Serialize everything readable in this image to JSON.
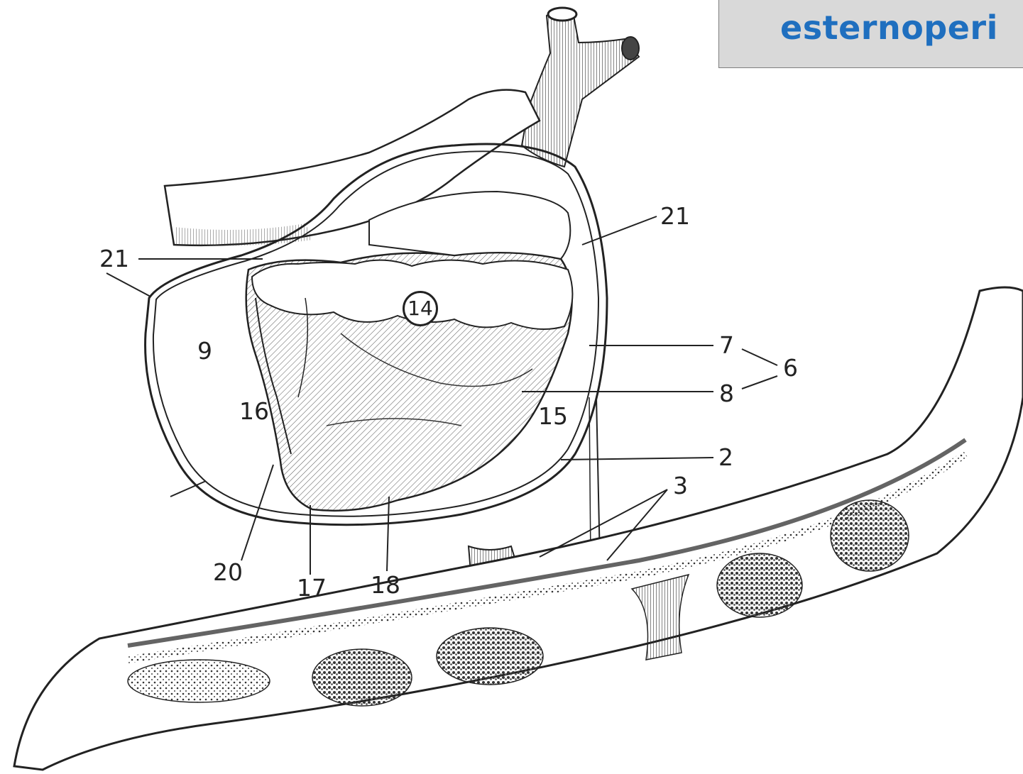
{
  "title": "esternoperi",
  "labels": {
    "l21a": "21",
    "l21b": "21",
    "l9": "9",
    "l14": "14",
    "l7": "7",
    "l6": "6",
    "l8": "8",
    "l16": "16",
    "l15": "15",
    "l2": "2",
    "l3": "3",
    "l20": "20",
    "l17": "17",
    "l18": "18"
  },
  "colors": {
    "title_text": "#1f6fbf",
    "title_box": "#d9d9d9",
    "ink": "#222222"
  }
}
